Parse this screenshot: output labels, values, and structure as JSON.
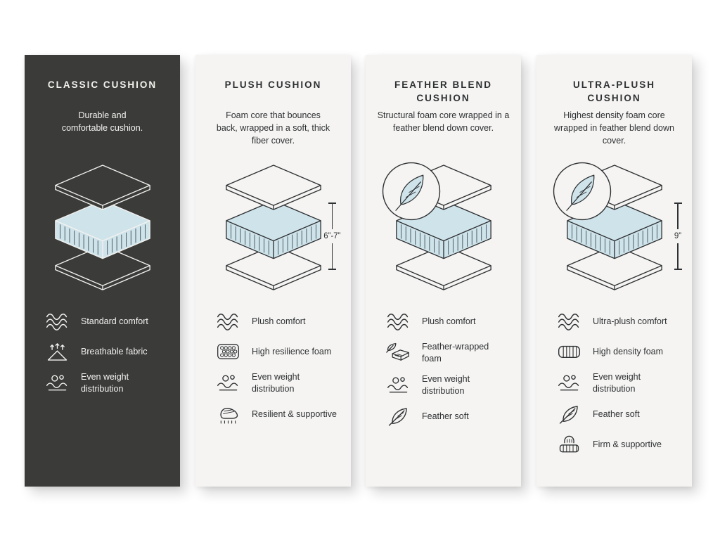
{
  "colors": {
    "dark_card": "#3b3b39",
    "light_card": "#f5f4f2",
    "foam": "#cfe3ea",
    "ink": "#2e3133",
    "ink_light": "#f3f2ef"
  },
  "cards": [
    {
      "id": "classic-cushion",
      "theme": "dark",
      "title": "CLASSIC CUSHION",
      "description": "Durable and comfortable cushion.",
      "height_label": "",
      "feather_badge": false,
      "features": [
        {
          "icon": "waves-icon",
          "label": "Standard comfort"
        },
        {
          "icon": "breathable-fabric-icon",
          "label": "Breathable fabric"
        },
        {
          "icon": "weight-distribution-icon",
          "label": "Even weight distribution"
        }
      ]
    },
    {
      "id": "plush-cushion",
      "theme": "light",
      "title": "PLUSH CUSHION",
      "description": "Foam core that bounces back, wrapped in a soft, thick fiber cover.",
      "height_label": "6”-7”",
      "feather_badge": false,
      "features": [
        {
          "icon": "waves-icon",
          "label": "Plush comfort"
        },
        {
          "icon": "resilience-foam-icon",
          "label": "High resilience foam"
        },
        {
          "icon": "weight-distribution-icon",
          "label": "Even weight distribution"
        },
        {
          "icon": "resilient-supportive-icon",
          "label": "Resilient & supportive"
        }
      ]
    },
    {
      "id": "feather-blend-cushion",
      "theme": "light",
      "title": "FEATHER BLEND CUSHION",
      "description": "Structural foam core wrapped in a feather blend down cover.",
      "height_label": "",
      "feather_badge": true,
      "features": [
        {
          "icon": "waves-icon",
          "label": "Plush comfort"
        },
        {
          "icon": "feather-wrapped-foam-icon",
          "label": "Feather-wrapped foam"
        },
        {
          "icon": "weight-distribution-icon",
          "label": "Even weight distribution"
        },
        {
          "icon": "feather-soft-icon",
          "label": "Feather soft"
        }
      ]
    },
    {
      "id": "ultra-plush-cushion",
      "theme": "light",
      "title": "ULTRA-PLUSH CUSHION",
      "description": "Highest density foam core wrapped in feather blend down cover.",
      "height_label": "9”",
      "feather_badge": true,
      "features": [
        {
          "icon": "waves-icon",
          "label": "Ultra-plush comfort"
        },
        {
          "icon": "high-density-foam-icon",
          "label": "High density foam"
        },
        {
          "icon": "weight-distribution-icon",
          "label": "Even weight distribution"
        },
        {
          "icon": "feather-soft-icon",
          "label": "Feather soft"
        },
        {
          "icon": "firm-supportive-icon",
          "label": "Firm & supportive"
        }
      ]
    }
  ]
}
